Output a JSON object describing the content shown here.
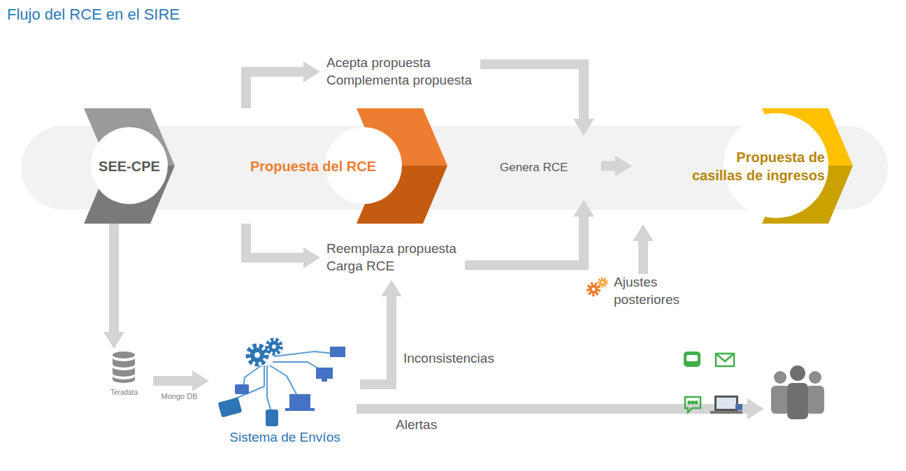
{
  "diagram": {
    "title": "Flujo del RCE en el SIRE",
    "nodes": [
      {
        "text": [
          "SEE-CPE"
        ]
      },
      {
        "text": [
          "Propuesta del RCE"
        ]
      },
      {
        "text": [
          "Acepta propuesta",
          "Complementa propuesta"
        ]
      },
      {
        "text": [
          "Reemplaza propuesta",
          "Carga RCE"
        ]
      },
      {
        "text": [
          "Genera RCE"
        ]
      },
      {
        "text": [
          "Propuesta de casillas de ingresos"
        ]
      },
      {
        "text": [
          "Ajustes posteriores"
        ]
      },
      {
        "text": [
          "Teradata"
        ]
      },
      {
        "text": [
          "Sistema de Envíos"
        ]
      }
    ],
    "edges": [
      {
        "from": 1,
        "to": 2,
        "arrow": "to"
      },
      {
        "from": 1,
        "to": 3,
        "arrow": "to"
      },
      {
        "from": 2,
        "to": 4,
        "arrow": "to"
      },
      {
        "from": 3,
        "to": 4,
        "arrow": "to"
      },
      {
        "from": 4,
        "to": 5,
        "arrow": "to"
      },
      {
        "from": 6,
        "to": 5,
        "arrow": "to"
      },
      {
        "from": 0,
        "to": 7,
        "arrow": "to"
      },
      {
        "from": 7,
        "to": 8,
        "label": "Mongo DB",
        "arrow": "to"
      },
      {
        "from": 8,
        "to": 3,
        "label": "Inconsistencias",
        "arrow": "to"
      }
    ],
    "labels": [
      "Alertas"
    ]
  }
}
